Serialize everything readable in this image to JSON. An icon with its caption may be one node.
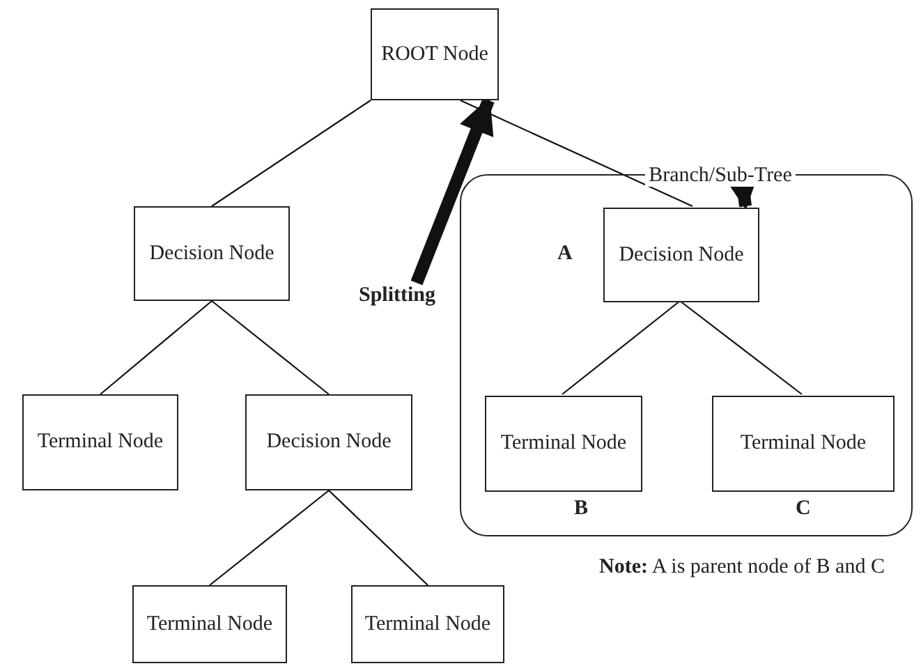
{
  "diagram": {
    "nodes": [
      {
        "text": [
          "ROOT Node"
        ]
      },
      {
        "text": [
          "Branch/Sub-Tree"
        ]
      },
      {
        "text": [],
        "shape": "box"
      },
      {
        "text": [
          "Decision Node"
        ]
      },
      {
        "text": [
          "Decision Node"
        ],
        "in": 2
      },
      {
        "text": [
          "Splitting"
        ]
      },
      {
        "text": [
          "Terminal Node"
        ]
      },
      {
        "text": [
          "Decision Node"
        ]
      },
      {
        "text": [
          "Terminal Node"
        ],
        "in": 2
      },
      {
        "text": [
          "Terminal Node"
        ],
        "in": 2
      },
      {
        "text": [
          "Terminal Node"
        ]
      },
      {
        "text": [
          "Terminal Node"
        ]
      }
    ],
    "edges": [
      {
        "from": 0,
        "to": 3,
        "arrow": "none"
      },
      {
        "from": 0,
        "to": 4,
        "arrow": "none"
      },
      {
        "from": 5,
        "to": 0,
        "arrow": "to",
        "style": "thick"
      },
      {
        "from": 1,
        "to": 4,
        "arrow": "to",
        "style": "thick"
      },
      {
        "from": 3,
        "to": 6,
        "arrow": "none"
      },
      {
        "from": 3,
        "to": 7,
        "arrow": "none"
      },
      {
        "from": 4,
        "to": 8,
        "arrow": "none"
      },
      {
        "from": 4,
        "to": 9,
        "arrow": "none"
      },
      {
        "from": 7,
        "to": 10,
        "arrow": "none"
      },
      {
        "from": 7,
        "to": 11,
        "arrow": "none"
      }
    ],
    "labels": [
      "A",
      "B",
      "C",
      "**Note:** A is parent node of B and C"
    ]
  }
}
